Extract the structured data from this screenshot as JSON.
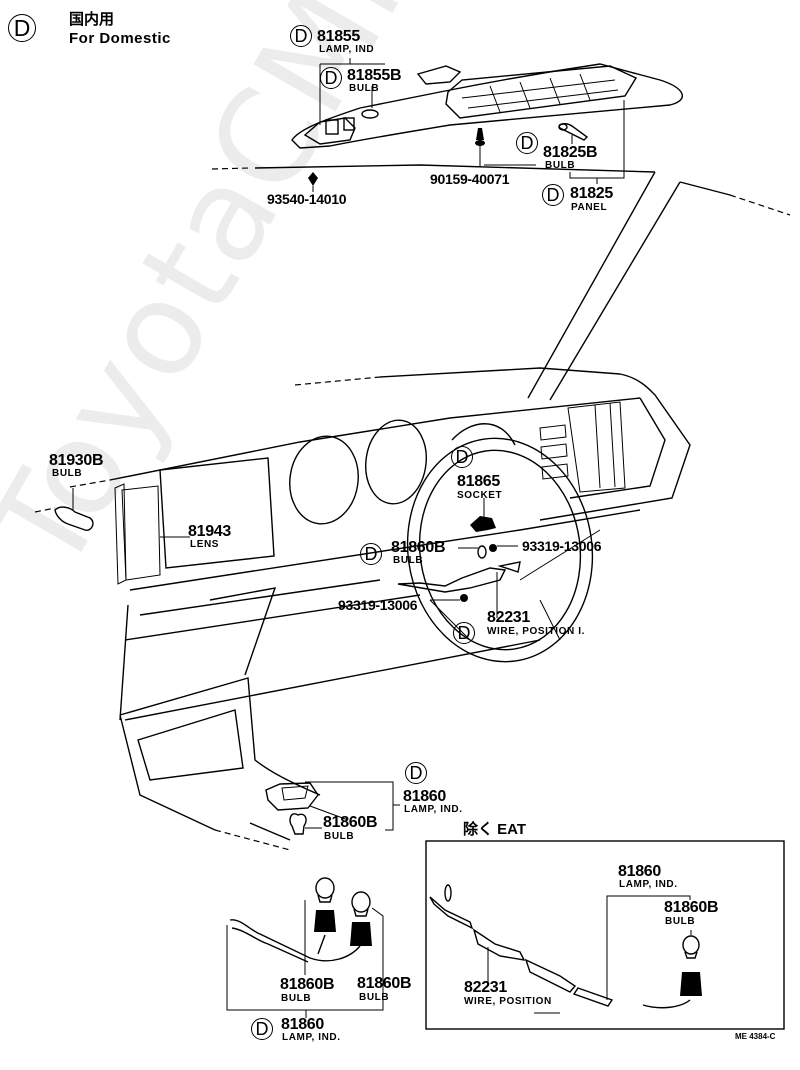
{
  "watermark": "ToyotaCMine.ru",
  "legend": {
    "badge": "D",
    "japanese": "国内用",
    "english": "For Domestic"
  },
  "parts": {
    "p81855": {
      "badge": "D",
      "number": "81855",
      "name": "LAMP, IND"
    },
    "p81855B": {
      "badge": "D",
      "number": "81855B",
      "name": "BULB"
    },
    "p93540": {
      "number": "93540-14010"
    },
    "p90159": {
      "number": "90159-40071"
    },
    "p81825B": {
      "badge": "D",
      "number": "81825B",
      "name": "BULB"
    },
    "p81825": {
      "badge": "D",
      "number": "81825",
      "name": "PANEL"
    },
    "p81930B": {
      "number": "81930B",
      "name": "BULB"
    },
    "p81943": {
      "number": "81943",
      "name": "LENS"
    },
    "p81865": {
      "badge": "D",
      "number": "81865",
      "name": "SOCKET"
    },
    "p93319a": {
      "number": "93319-13006"
    },
    "p81860B_mid": {
      "badge": "D",
      "number": "81860B",
      "name": "BULB"
    },
    "p93319b": {
      "number": "93319-13006"
    },
    "p82231": {
      "badge": "D",
      "number": "82231",
      "name": "WIRE, POSITION I."
    },
    "p81860_console": {
      "badge": "D",
      "number": "81860",
      "name": "LAMP, IND."
    },
    "p81860B_console": {
      "number": "81860B",
      "name": "BULB"
    },
    "p81860B_left": {
      "number": "81860B",
      "name": "BULB"
    },
    "p81860B_right": {
      "number": "81860B",
      "name": "BULB"
    },
    "p81860_bottom": {
      "badge": "D",
      "number": "81860",
      "name": "LAMP, IND."
    }
  },
  "inset": {
    "title": "除く EAT",
    "p81860": {
      "number": "81860",
      "name": "LAMP, IND."
    },
    "p81860B": {
      "number": "81860B",
      "name": "BULB"
    },
    "p82231": {
      "number": "82231",
      "name": "WIRE, POSITION"
    }
  },
  "figure_code": "ME 4384-C"
}
